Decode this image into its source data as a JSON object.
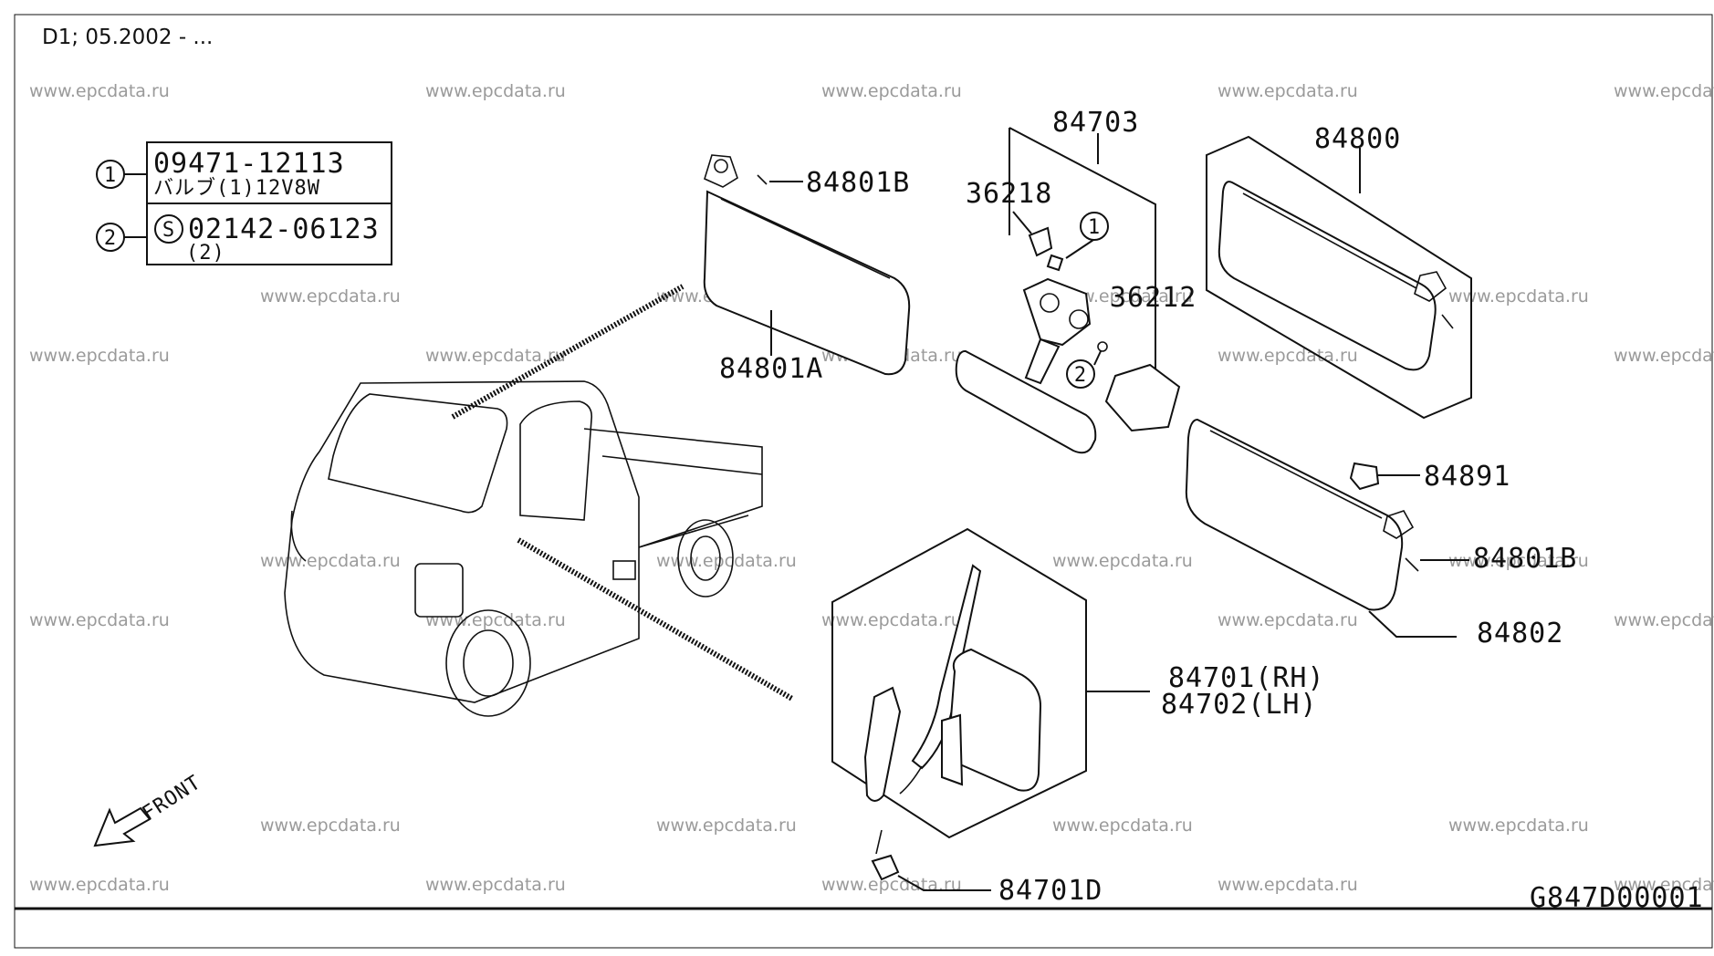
{
  "header": {
    "title": "D1; 05.2002 - ..."
  },
  "watermark": "www.epcdata.ru",
  "legend": {
    "item1": {
      "marker": "1",
      "part_no": "09471-12113",
      "desc": "バルブ(1)12V8W"
    },
    "item2": {
      "marker": "2",
      "symbol": "S",
      "part_no": "02142-06123",
      "qty": "(2)"
    }
  },
  "parts": {
    "p84801B_top": "84801B",
    "p84801A": "84801A",
    "p84703": "84703",
    "p36218": "36218",
    "p36212": "36212",
    "p84800": "84800",
    "p84891": "84891",
    "p84801B_right": "84801B",
    "p84802": "84802",
    "p84701RH": "84701(RH)",
    "p84702LH": "84702(LH)",
    "p84701D": "84701D",
    "callout1": "1",
    "callout2": "2"
  },
  "direction_label": "FRONT",
  "diagram_id": "G847D00001"
}
